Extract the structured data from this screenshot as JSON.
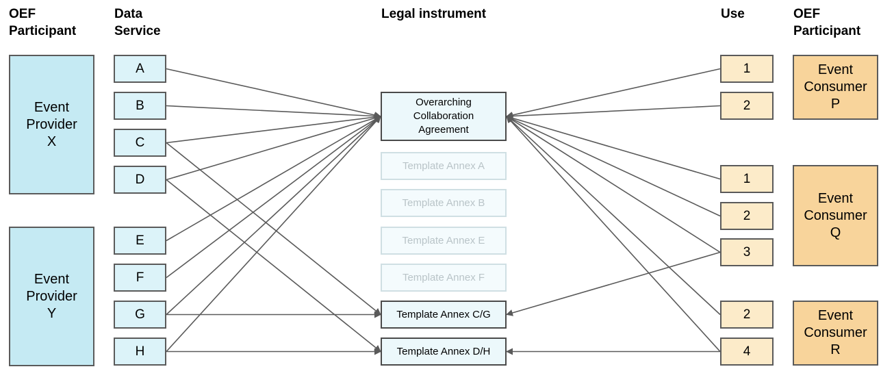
{
  "headers": {
    "left_participant": "OEF\nParticipant",
    "data_service": "Data\nService",
    "legal_instrument": "Legal instrument",
    "use": "Use",
    "right_participant": "OEF\nParticipant"
  },
  "providers": [
    {
      "id": "X",
      "label": "Event\nProvider\nX"
    },
    {
      "id": "Y",
      "label": "Event\nProvider\nY"
    }
  ],
  "services": [
    "A",
    "B",
    "C",
    "D",
    "E",
    "F",
    "G",
    "H"
  ],
  "instruments": [
    {
      "id": "oca",
      "label": "Overarching\nCollaboration\nAgreement",
      "faded": false
    },
    {
      "id": "annexA",
      "label": "Template Annex A",
      "faded": true
    },
    {
      "id": "annexB",
      "label": "Template Annex B",
      "faded": true
    },
    {
      "id": "annexE",
      "label": "Template Annex E",
      "faded": true
    },
    {
      "id": "annexF",
      "label": "Template Annex F",
      "faded": true
    },
    {
      "id": "annexCG",
      "label": "Template Annex C/G",
      "faded": false
    },
    {
      "id": "annexDH",
      "label": "Template Annex D/H",
      "faded": false
    }
  ],
  "uses": [
    {
      "id": "P1",
      "label": "1"
    },
    {
      "id": "P2",
      "label": "2"
    },
    {
      "id": "Q1",
      "label": "1"
    },
    {
      "id": "Q2",
      "label": "2"
    },
    {
      "id": "Q3",
      "label": "3"
    },
    {
      "id": "R2",
      "label": "2"
    },
    {
      "id": "R4",
      "label": "4"
    }
  ],
  "consumers": [
    {
      "id": "P",
      "label": "Event\nConsumer\nP"
    },
    {
      "id": "Q",
      "label": "Event\nConsumer\nQ"
    },
    {
      "id": "R",
      "label": "Event\nConsumer\nR"
    }
  ],
  "connections": [
    {
      "from": "service-A",
      "to": "oca"
    },
    {
      "from": "service-B",
      "to": "oca"
    },
    {
      "from": "service-C",
      "to": "oca"
    },
    {
      "from": "service-D",
      "to": "oca"
    },
    {
      "from": "service-E",
      "to": "oca"
    },
    {
      "from": "service-F",
      "to": "oca"
    },
    {
      "from": "service-G",
      "to": "oca"
    },
    {
      "from": "service-H",
      "to": "oca"
    },
    {
      "from": "service-C",
      "to": "annexCG"
    },
    {
      "from": "service-G",
      "to": "annexCG"
    },
    {
      "from": "service-D",
      "to": "annexDH"
    },
    {
      "from": "service-H",
      "to": "annexDH"
    },
    {
      "from": "use-P1",
      "to": "oca"
    },
    {
      "from": "use-P2",
      "to": "oca"
    },
    {
      "from": "use-Q1",
      "to": "oca"
    },
    {
      "from": "use-Q2",
      "to": "oca"
    },
    {
      "from": "use-Q3",
      "to": "oca"
    },
    {
      "from": "use-R2",
      "to": "oca"
    },
    {
      "from": "use-R4",
      "to": "oca"
    },
    {
      "from": "use-Q3",
      "to": "annexCG"
    },
    {
      "from": "use-R4",
      "to": "annexDH"
    }
  ],
  "colors": {
    "provider_fill": "#c5eaf3",
    "service_fill": "#dcf3f9",
    "instrument_fill": "#ecf8fb",
    "use_fill": "#fcebc9",
    "consumer_fill": "#f8d49b",
    "arrow": "#5a5a5a"
  }
}
